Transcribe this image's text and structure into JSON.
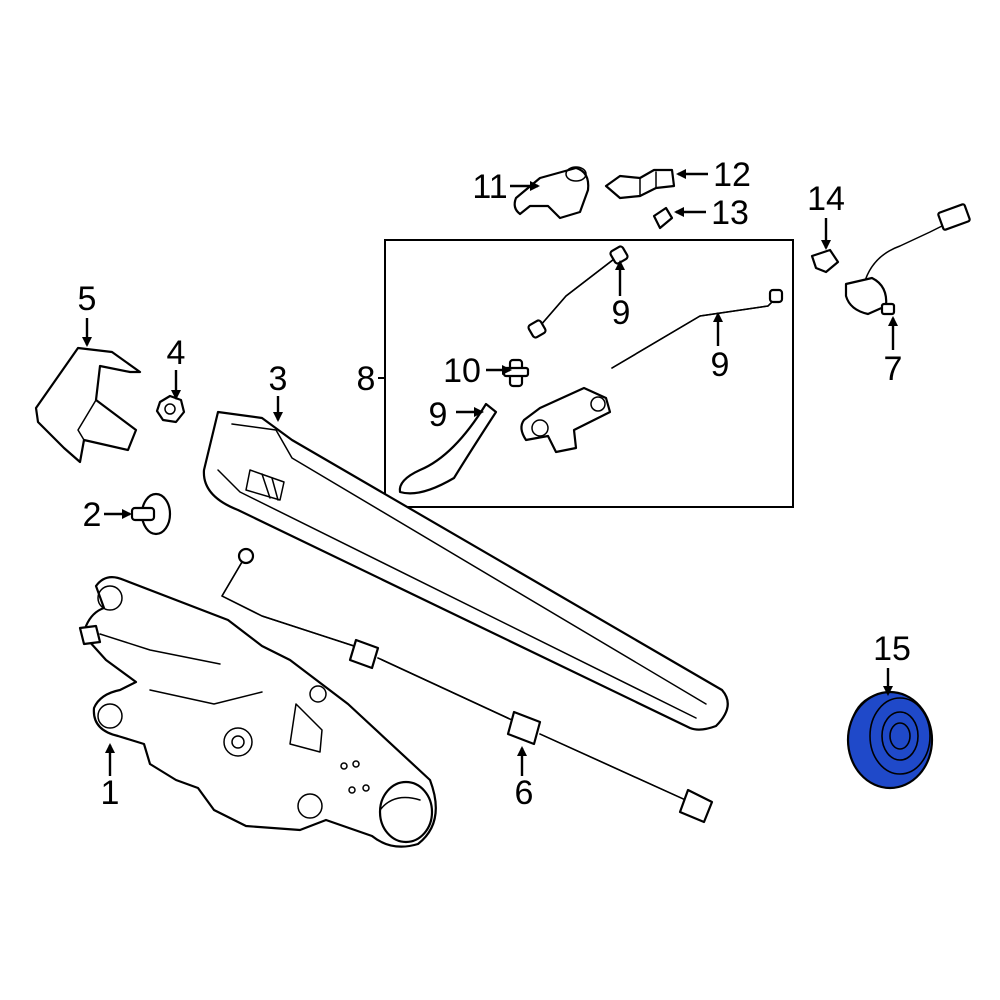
{
  "diagram": {
    "highlight_color": "#1f49c9",
    "callouts": {
      "c1": "1",
      "c2": "2",
      "c3": "3",
      "c4": "4",
      "c5": "5",
      "c6": "6",
      "c7": "7",
      "c8": "8",
      "c9a": "9",
      "c9b": "9",
      "c9c": "9",
      "c10": "10",
      "c11": "11",
      "c12": "12",
      "c13": "13",
      "c14": "14",
      "c15": "15"
    }
  }
}
